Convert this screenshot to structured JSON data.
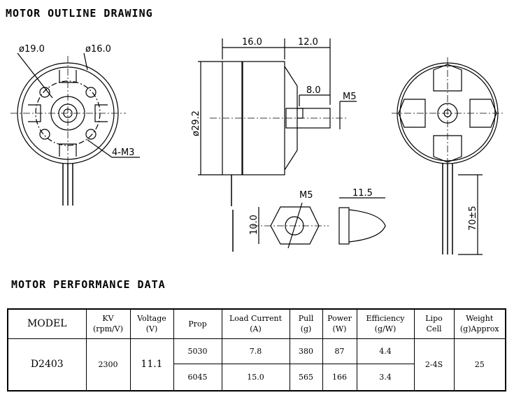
{
  "outline": {
    "title": "MOTOR OUTLINE DRAWING",
    "dims": {
      "d19": "ø19.0",
      "d16": "ø16.0",
      "holes": "4-M3",
      "len16": "16.0",
      "len12": "12.0",
      "len8": "8.0",
      "m5_shaft": "M5",
      "dia": "ø29.2",
      "m5_nut": "M5",
      "nut_h": "10.0",
      "cap_len": "11.5",
      "wire": "70±5"
    }
  },
  "performance": {
    "title": "MOTOR PERFORMANCE DATA",
    "headers": {
      "model": "MODEL",
      "kv": "KV",
      "kv_u": "(rpm/V)",
      "voltage": "Voltage",
      "voltage_u": "(V)",
      "prop": "Prop",
      "current": "Load Current",
      "current_u": "(A)",
      "pull": "Pull",
      "pull_u": "(g)",
      "power": "Power",
      "power_u": "(W)",
      "eff": "Efficiency",
      "eff_u": "(g/W)",
      "lipo": "Lipo",
      "lipo_u": "Cell",
      "weight": "Weight",
      "weight_u": "(g)Approx"
    },
    "model": "D2403",
    "kv": "2300",
    "voltage": "11.1",
    "lipo": "2-4S",
    "weight": "25",
    "rows": [
      {
        "prop": "5030",
        "current": "7.8",
        "pull": "380",
        "power": "87",
        "eff": "4.4"
      },
      {
        "prop": "6045",
        "current": "15.0",
        "pull": "565",
        "power": "166",
        "eff": "3.4"
      }
    ]
  }
}
